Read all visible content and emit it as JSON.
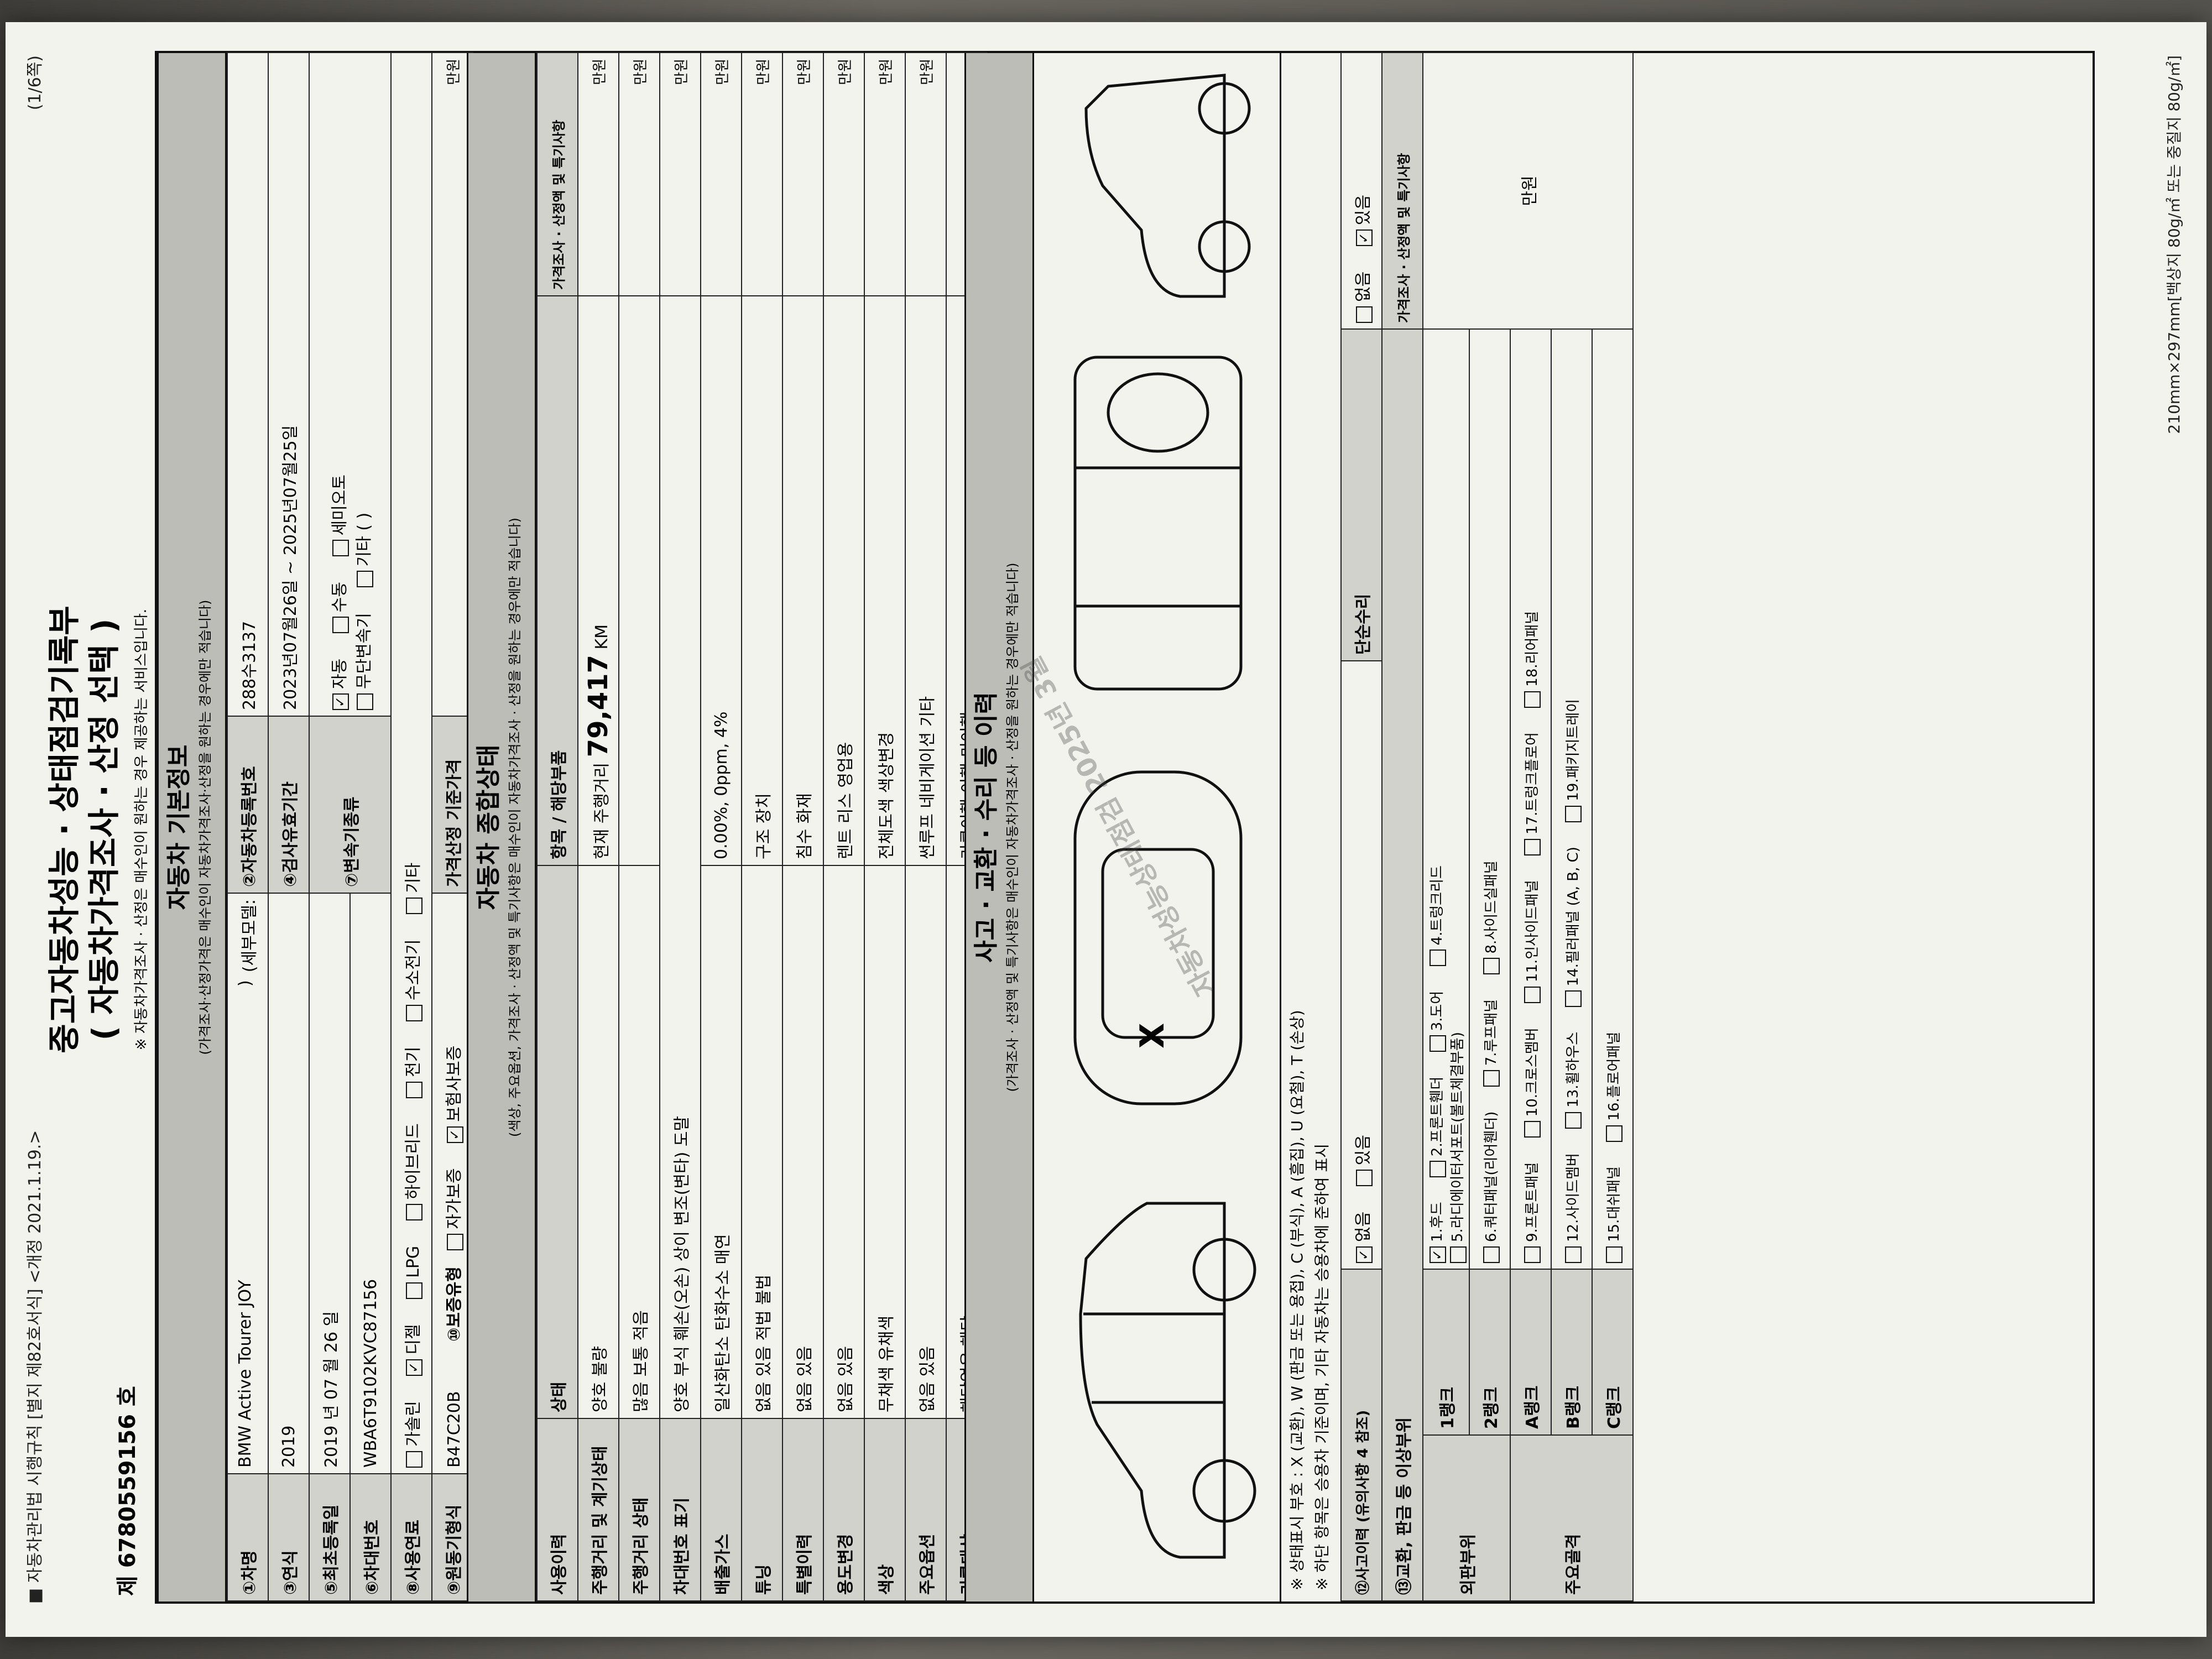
{
  "header": {
    "note": "■ 자동차관리법 시행규칙 [별지 제82호서식] <개정 2021.1.19.>",
    "page": "(1/6쪽)",
    "doc_no": "제 6780559156 호",
    "title_line1": "중고자동차성능 · 상태점검기록부",
    "title_line2": "( 자동차가격조사 · 산정 선택 )",
    "title_sub": "※ 자동차가격조사 · 산정은 매수인이 원하는 경우 제공하는 서비스입니다."
  },
  "basic": {
    "band_title": "자동차 기본정보",
    "band_sub": "(가격조사·산정가격은 매수인이 자동차가격조사·산정을 원하는 경우에만 적습니다)",
    "l_name": "①차명",
    "v_name": "BMW Active Tourer JOY",
    "l_submodel": "(세부모델:",
    "v_submodel": ")",
    "l_reg": "②자동차등록번호",
    "v_reg": "288수3137",
    "l_year": "③연식",
    "v_year": "2019",
    "l_insp": "④검사유효기간",
    "v_insp": "2023년07월26일 ~ 2025년07월25일",
    "l_first": "⑤최초등록일",
    "v_first": "2019 년 07 월 26 일",
    "l_trans": "⑦변속기종류",
    "trans_opts": [
      "자동",
      "수동",
      "세미오토",
      "무단변속기",
      "기타 ( )"
    ],
    "l_vin": "⑥차대번호",
    "v_vin": "WBA6T9102KVC87156",
    "l_fuel": "⑧사용연료",
    "fuel_opts": [
      "가솔린",
      "디젤",
      "LPG",
      "하이브리드",
      "전기",
      "수소전기",
      "기타"
    ],
    "l_engine": "⑨원동기형식",
    "v_engine": "B47C20B",
    "l_warranty": "⑩보증유형",
    "warranty_opts": [
      "자가보증",
      "보험사보증"
    ],
    "l_price": "가격산정 기준가격",
    "price_unit": "만원"
  },
  "overall": {
    "band_title": "자동차 종합상태",
    "band_sub": "(색상, 주요옵션, 가격조사 · 산정액 및 특기사항은 매수인이 자동차가격조사 · 산정을 원하는 경우에만 적습니다)",
    "h_use": "사용이력",
    "h_state": "상태",
    "h_item": "항목 / 해당부품",
    "h_price": "가격조사 · 산정액 및 특기사항",
    "rows": [
      {
        "label": "주행거리 및 계기상태",
        "state": "양호  불량",
        "item": "현재 주행거리",
        "value": "79,417",
        "unit": "KM"
      },
      {
        "label": "주행거리 상태",
        "state": "많음  보통  적음",
        "item": "",
        "value": "",
        "unit": ""
      },
      {
        "label": "차대번호 표기",
        "state": "양호  부식  훼손(오손)  상이  변조(변타)  도말",
        "item": "",
        "value": "",
        "unit": ""
      },
      {
        "label": "배출가스",
        "state": "일산화탄소  탄화수소  매연",
        "item": "0.00%,  0ppm,  4%",
        "value": "",
        "unit": ""
      },
      {
        "label": "튜닝",
        "state": "없음  있음  적법  불법",
        "item": "구조  장치",
        "value": "",
        "unit": ""
      },
      {
        "label": "특별이력",
        "state": "없음  있음",
        "item": "침수  화재",
        "value": "",
        "unit": ""
      },
      {
        "label": "용도변경",
        "state": "없음  있음",
        "item": "렌트  리스  영업용",
        "value": "",
        "unit": ""
      },
      {
        "label": "색상",
        "state": "무채색  유채색",
        "item": "전체도색  색상변경",
        "value": "",
        "unit": ""
      },
      {
        "label": "주요옵션",
        "state": "없음  있음",
        "item": "썬루프  네비게이션  기타",
        "value": "",
        "unit": ""
      },
      {
        "label": "리콜대상",
        "state": "해당없음  해당",
        "item": "리콜이행  이행  미이행",
        "value": "",
        "unit": ""
      }
    ],
    "man": "만원"
  },
  "accident": {
    "band_title": "사고 · 교환 · 수리 등 이력",
    "band_sub": "(가격조사 · 산정액 및 특기사항은 매수인이 자동차가격조사 · 산정을 원하는 경우에만 적습니다)",
    "legend1": "※ 상태표시 부호 : X (교환), W (판금 또는 용접), C (부식), A (흠집), U (요철), T (손상)",
    "legend2": "※ 하단 항목은 승용차 기준이며, 기타 자동차는 승용차에 준하여 표시",
    "mark": "X",
    "stamp": "자동차성능상태점검 2025년 3월",
    "l_accident": "⑫사고이력 (유의사항 4 참조)",
    "accident_opts": [
      "없음",
      "있음"
    ],
    "l_simple": "단순수리",
    "simple_opts": [
      "없음",
      "있음"
    ],
    "l_parts": "⑬교환, 판금 등 이상부위",
    "l_price": "가격조사 · 산정액 및 특기사항",
    "l_outer": "외판부위",
    "l_frame": "주요골격",
    "rank1": "1랭크",
    "rank1_items": [
      "1.후드",
      "2.프론트휀더",
      "3.도어",
      "4.트렁크리드",
      "5.라디에이터서포트(볼트체결부품)"
    ],
    "rank2": "2랭크",
    "rank2_items": [
      "6.쿼터패널(리어휀더)",
      "7.루프패널",
      "8.사이드실패널"
    ],
    "rankA": "A랭크",
    "rankA_items": [
      "9.프론트패널",
      "10.크로스멤버",
      "11.인사이드패널",
      "17.트렁크플로어",
      "18.리어패널"
    ],
    "rankB": "B랭크",
    "rankB_items": [
      "12.사이드멤버",
      "13.휠하우스",
      "14.필러패널 (A, B, C)",
      "19.패키지트레이"
    ],
    "rankC": "C랭크",
    "rankC_items": [
      "15.대쉬패널",
      "16.플로어패널"
    ],
    "man": "만원"
  },
  "footer": "210mm×297mm[백상지 80g/㎡ 또는 중질지 80g/㎡]"
}
